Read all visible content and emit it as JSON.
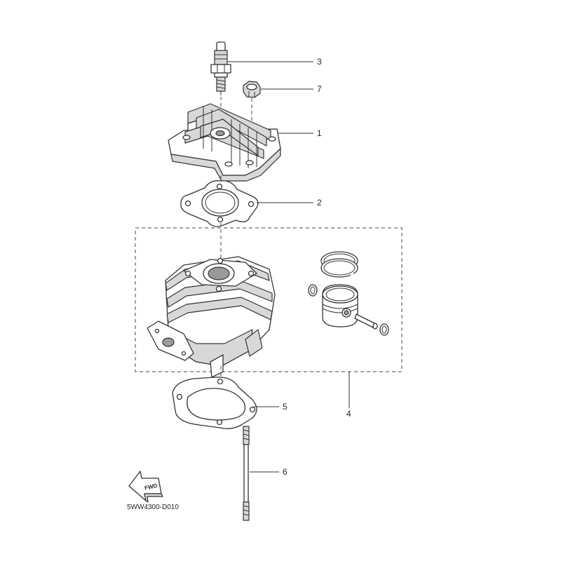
{
  "diagram_code": "5WW4300-D010",
  "fwd_label": "FWD",
  "callouts": [
    {
      "id": "1",
      "part": "cylinder-head"
    },
    {
      "id": "2",
      "part": "head-gasket"
    },
    {
      "id": "3",
      "part": "spark-plug"
    },
    {
      "id": "4",
      "part": "cylinder-and-piston-kit"
    },
    {
      "id": "5",
      "part": "base-gasket"
    },
    {
      "id": "6",
      "part": "stud-bolt"
    },
    {
      "id": "7",
      "part": "nut"
    }
  ],
  "colors": {
    "line": "#333333",
    "fill": "#ffffff",
    "shade": "#d8d8d8"
  }
}
